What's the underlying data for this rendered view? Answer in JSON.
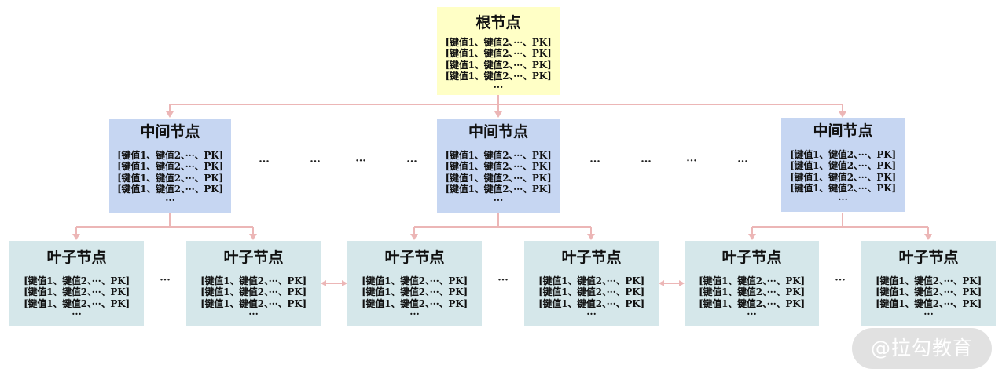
{
  "root": {
    "title": "根节点",
    "rows": [
      "[键值1、键值2、···、PK]",
      "[键值1、键值2、···、PK]",
      "[键值1、键值2、···、PK]",
      "[键值1、键值2、···、PK]"
    ],
    "more": "···"
  },
  "middle": [
    {
      "title": "中间节点",
      "rows": [
        "[键值1、键值2、···、PK]",
        "[键值1、键值2、···、PK]",
        "[键值1、键值2、···、PK]",
        "[键值1、键值2、···、PK]"
      ],
      "more": "···"
    },
    {
      "title": "中间节点",
      "rows": [
        "[键值1、键值2、···、PK]",
        "[键值1、键值2、···、PK]",
        "[键值1、键值2、···、PK]",
        "[键值1、键值2、···、PK]"
      ],
      "more": "···"
    },
    {
      "title": "中间节点",
      "rows": [
        "[键值1、键值2、···、PK]",
        "[键值1、键值2、···、PK]",
        "[键值1、键值2、···、PK]",
        "[键值1、键值2、···、PK]"
      ],
      "more": "···"
    }
  ],
  "leaves": [
    {
      "title": "叶子节点",
      "rows": [
        "[键值1、键值2、···、PK]",
        "[键值1、键值2、···、PK]",
        "[键值1、键值2、···、PK]"
      ],
      "more": "···"
    },
    {
      "title": "叶子节点",
      "rows": [
        "[键值1、键值2、···、PK]",
        "[键值1、键值2、···、PK]",
        "[键值1、键值2、···、PK]"
      ],
      "more": "···"
    },
    {
      "title": "叶子节点",
      "rows": [
        "[键值1、键值2、···、PK]",
        "[键值1、键值2、···、PK]",
        "[键值1、键值2、···、PK]"
      ],
      "more": "···"
    },
    {
      "title": "叶子节点",
      "rows": [
        "[键值1、键值2、···、PK]",
        "[键值1、键值2、···、PK]",
        "[键值1、键值2、···、PK]"
      ],
      "more": "···"
    },
    {
      "title": "叶子节点",
      "rows": [
        "[键值1、键值2、···、PK]",
        "[键值1、键值2、···、PK]",
        "[键值1、键值2、···、PK]"
      ],
      "more": "···"
    },
    {
      "title": "叶子节点",
      "rows": [
        "[键值1、键值2、···、PK]",
        "[键值1、键值2、···、PK]",
        "[键值1、键值2、···、PK]"
      ],
      "more": "···"
    }
  ],
  "gap_ellipsis": "···",
  "watermark": "@拉勾教育",
  "colors": {
    "root_fill": "#ffffc6",
    "middle_fill": "#c6d6f2",
    "leaf_fill": "#d5e7ea",
    "connector": "#ecb6b6"
  }
}
